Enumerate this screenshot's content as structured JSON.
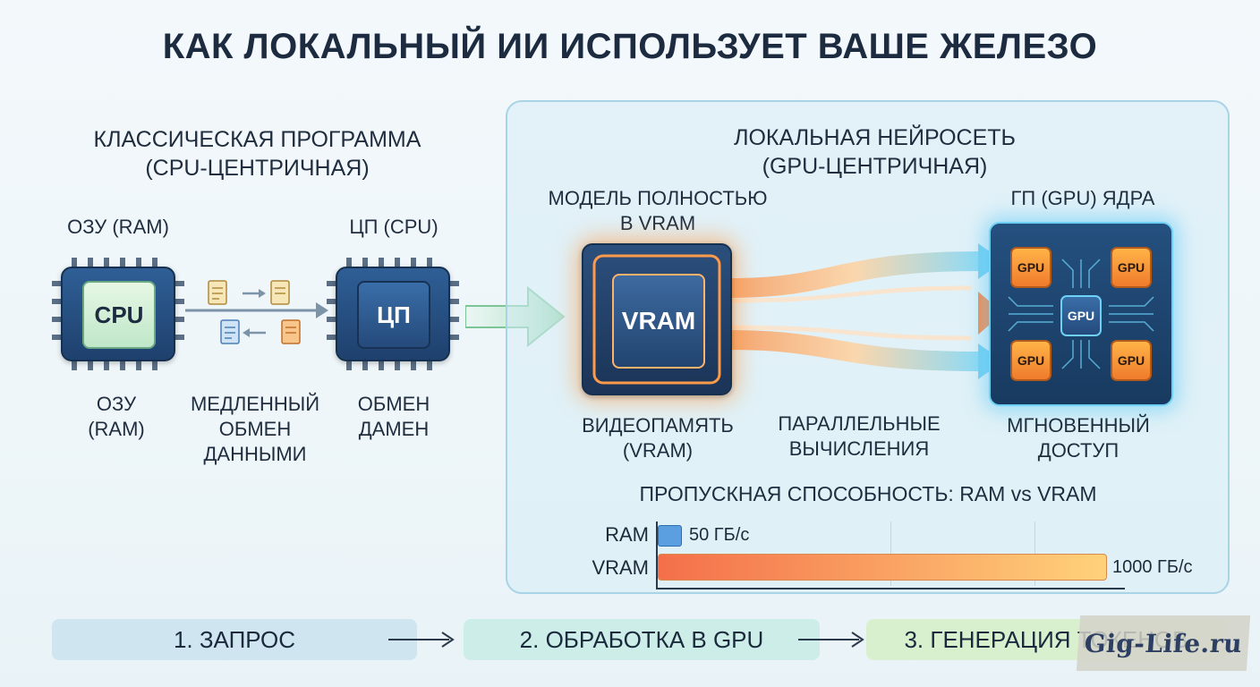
{
  "title": "КАК ЛОКАЛЬНЫЙ ИИ ИСПОЛЬЗУЕТ ВАШЕ ЖЕЛЕЗО",
  "classic": {
    "heading_line1": "КЛАССИЧЕСКАЯ ПРОГРАММА",
    "heading_line2": "(CPU-ЦЕНТРИЧНАЯ)",
    "ram_top_label": "ОЗУ (RAM)",
    "ram_chip_text": "CPU",
    "cpu_top_label": "ЦП (CPU)",
    "cpu_chip_text": "ЦП",
    "ram_bottom_line1": "ОЗУ",
    "ram_bottom_line2": "(RAM)",
    "transfer_line1": "МЕДЛЕННЫЙ",
    "transfer_line2": "ОБМЕН ДАННЫМИ",
    "cpu_bottom_line1": "ОБМЕН",
    "cpu_bottom_line2": "ДАМЕН"
  },
  "local": {
    "heading_line1": "ЛОКАЛЬНАЯ НЕЙРОСЕТЬ",
    "heading_line2": "(GPU-ЦЕНТРИЧНАЯ)",
    "model_line1": "МОДЕЛЬ ПОЛНОСТЬЮ",
    "model_line2": "В VRAM",
    "vram_chip_text": "VRAM",
    "gpu_label": "ГП (GPU) ЯДРА",
    "gpu_core_text": "GPU",
    "vram_bottom_line1": "ВИДЕОПАМЯТЬ",
    "vram_bottom_line2": "(VRAM)",
    "parallel_line1": "ПАРАЛЛЕЛЬНЫЕ",
    "parallel_line2": "ВЫЧИСЛЕНИЯ",
    "instant_line1": "МГНОВЕННЫЙ",
    "instant_line2": "ДОСТУП"
  },
  "chart_data": {
    "type": "bar",
    "title": "ПРОПУСКНАЯ СПОСОБНОСТЬ: RAM vs VRAM",
    "categories": [
      "RAM",
      "VRAM"
    ],
    "values": [
      50,
      1000
    ],
    "value_labels": [
      "50 ГБ/с",
      "1000 ГБ/с"
    ],
    "xlim": [
      0,
      1000
    ],
    "orientation": "horizontal",
    "grid": true
  },
  "steps": [
    {
      "label": "1. ЗАПРОС",
      "color": "#cfe5f0"
    },
    {
      "label": "2. ОБРАБОТКА В GPU",
      "color": "#cdeee8"
    },
    {
      "label": "3. ГЕНЕРАЦИЯ ТОКЕНОВ",
      "color": "#d9f0cf"
    }
  ],
  "watermark": "Gig-Life.ru",
  "colors": {
    "ram_bar": "#5c9fe0",
    "vram_bar_start": "#f46f4a",
    "vram_bar_end": "#ffd27a",
    "accent_blue": "#1e406d",
    "accent_orange": "#f07b2c"
  }
}
